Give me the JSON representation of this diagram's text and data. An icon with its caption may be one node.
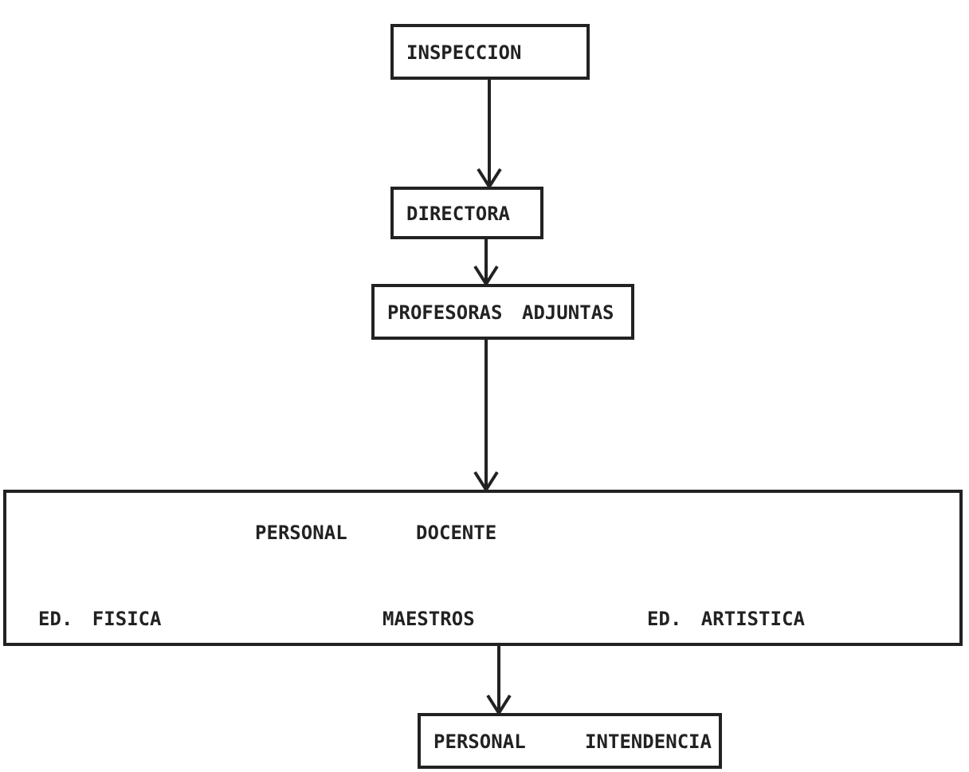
{
  "diagram": {
    "nodes": [
      {
        "text": [
          "INSPECCION"
        ]
      },
      {
        "text": [
          "DIRECTORA"
        ]
      },
      {
        "text": [
          "PROFESORAS ADJUNTAS"
        ]
      },
      {
        "text": [
          "PERSONAL DOCENTE",
          "ED. FISICA",
          "MAESTROS",
          "ED. ARTISTICA"
        ]
      },
      {
        "text": [
          "PERSONAL INTENDENCIA"
        ]
      }
    ],
    "edges": [
      {
        "from": 0,
        "to": 1,
        "arrow": "to"
      },
      {
        "from": 1,
        "to": 2,
        "arrow": "to"
      },
      {
        "from": 2,
        "to": 3,
        "arrow": "to"
      },
      {
        "from": 3,
        "to": 4,
        "arrow": "to"
      }
    ]
  }
}
